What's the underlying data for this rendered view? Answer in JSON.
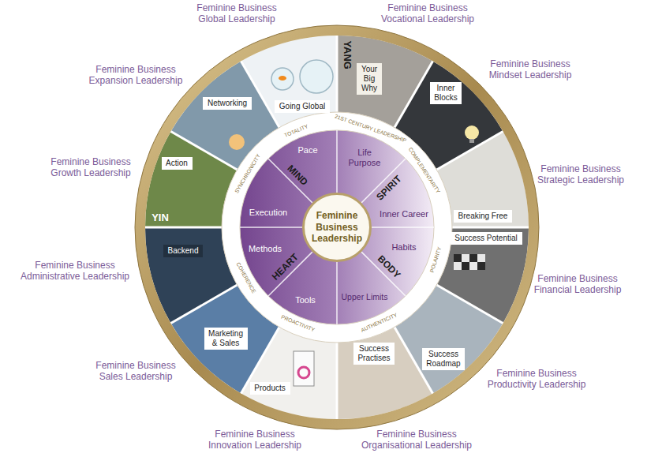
{
  "diagram": {
    "nodes": [
      {
        "text": [
          "Feminine Business Leadership"
        ]
      },
      {
        "text": [
          "Pace"
        ]
      },
      {
        "text": [
          "Life Purpose"
        ]
      },
      {
        "text": [
          "Inner Career"
        ]
      },
      {
        "text": [
          "Habits"
        ]
      },
      {
        "text": [
          "Upper Limits"
        ]
      },
      {
        "text": [
          "Tools"
        ]
      },
      {
        "text": [
          "Methods"
        ]
      },
      {
        "text": [
          "Execution"
        ]
      },
      {
        "text": [
          "Going Global"
        ]
      },
      {
        "text": [
          "Your Big Why"
        ]
      },
      {
        "text": [
          "Inner Blocks"
        ]
      },
      {
        "text": [
          "Breaking Free"
        ]
      },
      {
        "text": [
          "Success Potential"
        ]
      },
      {
        "text": [
          "Success Roadmap"
        ]
      },
      {
        "text": [
          "Success Practises"
        ]
      },
      {
        "text": [
          "Products"
        ]
      },
      {
        "text": [
          "Marketing & Sales"
        ]
      },
      {
        "text": [
          "Backend"
        ]
      },
      {
        "text": [
          "Action"
        ]
      },
      {
        "text": [
          "Networking"
        ]
      }
    ],
    "labels": [
      "Feminine Business Global Leadership",
      "Feminine Business Vocational Leadership",
      "Feminine Business Expansion Leadership",
      "Feminine Business Mindset Leadership",
      "Feminine Business Growth Leadership",
      "Feminine Business Strategic Leadership",
      "Feminine Business Administrative Leadership",
      "Feminine Business Financial Leadership",
      "Feminine Business Sales Leadership",
      "Feminine Business Productivity Leadership",
      "Feminine Business Innovation Leadership",
      "Feminine Business Organisational Leadership",
      "YANG",
      "YIN",
      "MIND",
      "SPIRIT",
      "BODY",
      "HEART",
      "TOTALITY",
      "21ST CENTURY LEADERSHIP",
      "COMPLEMENTARITY",
      "POLARITY",
      "AUTHENTICITY",
      "PROACTIVITY",
      "COHERENCE",
      "SYNCHRONICITY"
    ]
  }
}
